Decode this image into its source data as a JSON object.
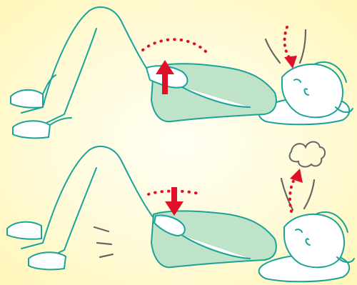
{
  "colors": {
    "background_center": "#fffef2",
    "background_edge": "#fff6b8",
    "outline": "#1aa39a",
    "shirt": "#bfe3c8",
    "accent": "#e0102a",
    "breath_lines": "#666666"
  },
  "panels": [
    {
      "name": "inhale",
      "belly_arrow": "up",
      "mouth_arrow": "in"
    },
    {
      "name": "exhale",
      "belly_arrow": "down",
      "mouth_arrow": "out"
    }
  ],
  "icons": [
    "belly-up-arrow-icon",
    "belly-down-arrow-icon",
    "mouth-inhale-arrow-icon",
    "mouth-exhale-arrow-icon",
    "breath-puff-icon"
  ]
}
